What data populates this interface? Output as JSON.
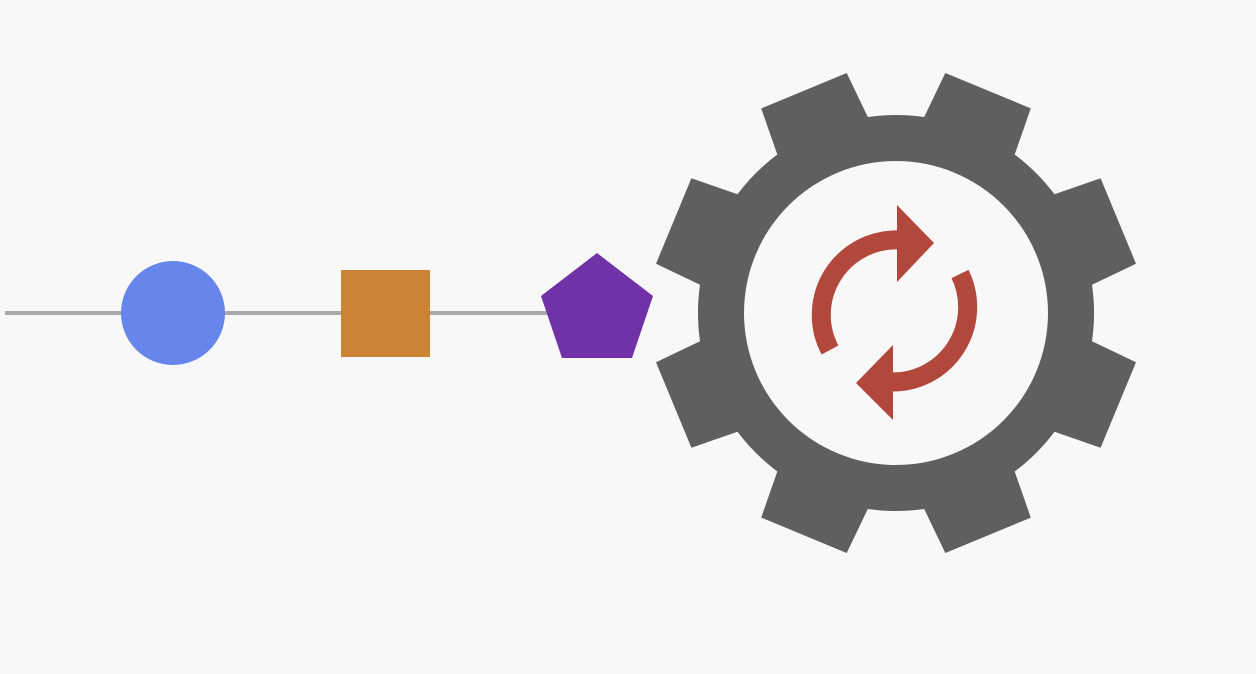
{
  "diagram": {
    "connector_color": "#a9a9ab",
    "nodes": [
      {
        "shape": "circle",
        "icon": "circle-icon",
        "color": "#6686ec"
      },
      {
        "shape": "square",
        "icon": "square-icon",
        "color": "#cc8434"
      },
      {
        "shape": "pentagon",
        "icon": "pentagon-icon",
        "color": "#7132a8"
      }
    ],
    "processor": {
      "icon": "gear-icon",
      "gear_color": "#5f5f62",
      "inner_color": "#f8f8f9",
      "teeth": 8,
      "symbol": {
        "icon": "refresh-icon",
        "color": "#b2473c"
      }
    }
  }
}
